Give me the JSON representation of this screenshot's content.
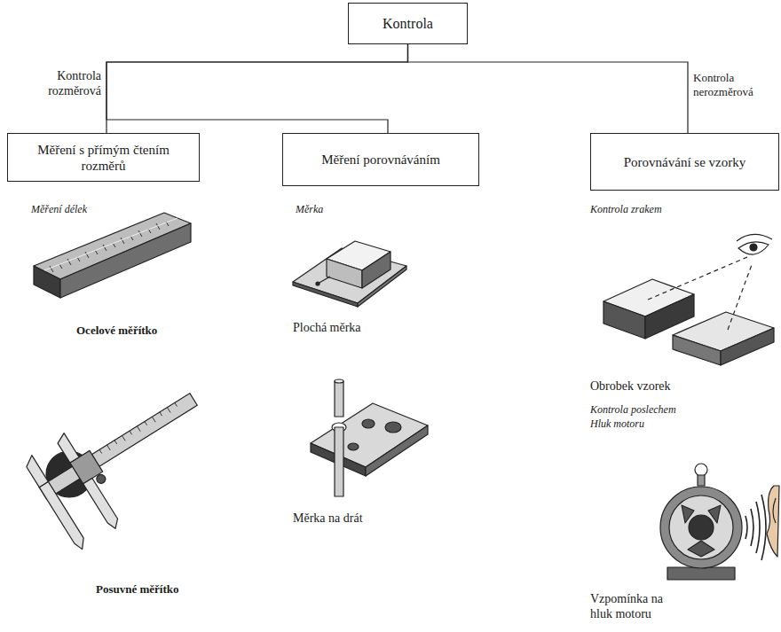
{
  "diagram": {
    "nodes": [
      {
        "text": [
          "Kontrola"
        ]
      },
      {
        "text": [
          "Měření s přímým čtením rozměrů"
        ]
      },
      {
        "text": [
          "Měření porovnáváním"
        ]
      },
      {
        "text": [
          "Porovnávání se vzorky"
        ]
      }
    ],
    "edges": [
      {
        "from": 0,
        "to": 1,
        "arrow": "none"
      },
      {
        "from": 0,
        "to": 2,
        "arrow": "none"
      },
      {
        "from": 0,
        "to": 3,
        "arrow": "none"
      }
    ],
    "labels": [
      "Kontrola rozměrová",
      "Kontrola nerozměrová",
      "Měření délek",
      "Ocelové měřítko",
      "Posuvné měřítko",
      "Měrka",
      "Plochá měrka",
      "Měrka na drát",
      "Kontrola zrakem",
      "Obrobek vzorek",
      "Kontrola poslechem",
      "Hluk motoru",
      "Vzpomínka na hluk motoru"
    ]
  }
}
